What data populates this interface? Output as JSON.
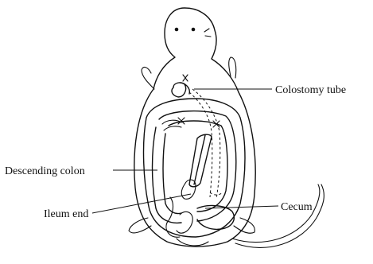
{
  "labels": {
    "colostomy_tube": "Colostomy tube",
    "descending_colon": "Descending colon",
    "ileum_end": "Ileum end",
    "cecum": "Cecum"
  }
}
